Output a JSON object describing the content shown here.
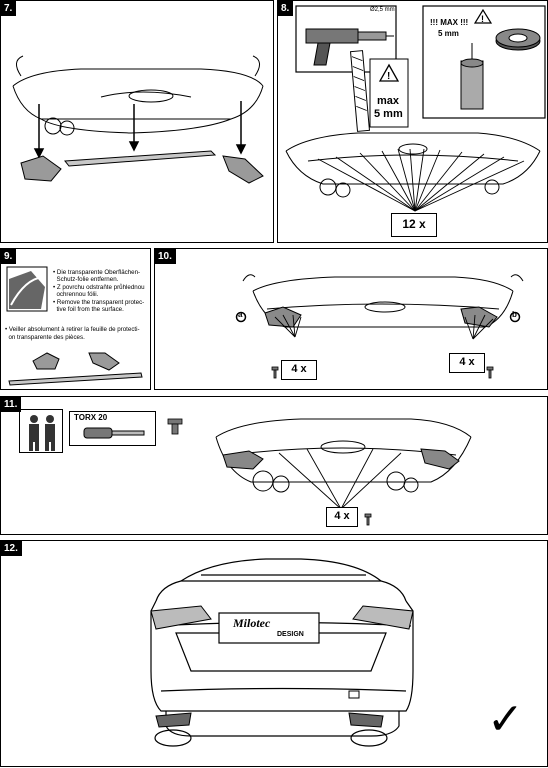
{
  "steps": {
    "s7": "7.",
    "s8": "8.",
    "s9": "9.",
    "s10": "10.",
    "s11": "11.",
    "s12": "12."
  },
  "step8": {
    "drill_size": "Ø2,5 mm",
    "max_label_line1": "max",
    "max_label_line2": "5 mm",
    "tape_label_line1": "!!! MAX !!!",
    "tape_label_line2": "5 mm",
    "count": "12 x"
  },
  "step9": {
    "notes": [
      "• Die transparente Oberflächen-",
      "  Schutz-folie entfernen.",
      "• Z povrchu odstraňte průhlednou",
      "  ochrennou fólii.",
      "• Remove the transparent protec-",
      "  tive foil from the surface.",
      "• Veiller absolument à retirer la feuille de protecti-",
      "  on transparente des pièces."
    ]
  },
  "step10": {
    "left_marker": "a",
    "right_marker": "b",
    "left_count": "4 x",
    "right_count": "4 x"
  },
  "step11": {
    "tool_label": "TORX 20",
    "count": "4 x"
  },
  "step12": {
    "badge_line1": "Milotec",
    "badge_line2": "DESIGN",
    "check": "✓"
  }
}
